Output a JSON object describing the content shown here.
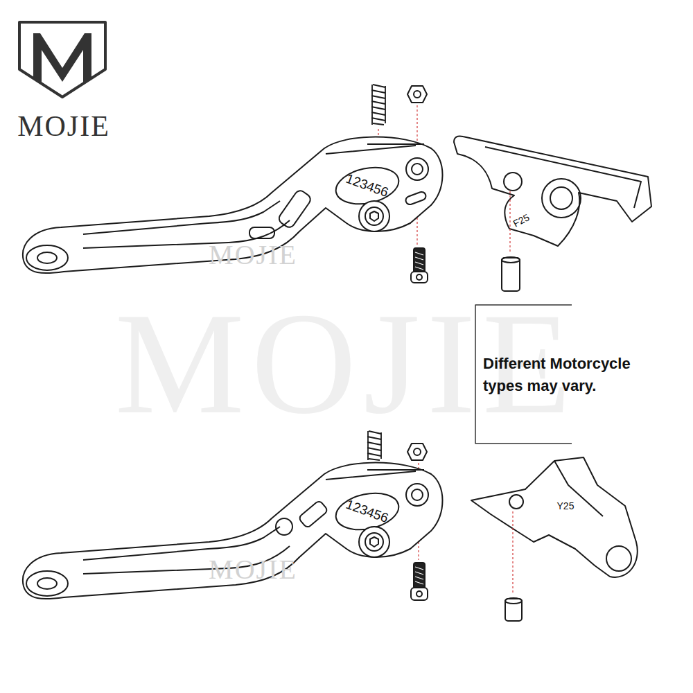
{
  "diagram": {
    "labels": [
      "MOJIE",
      "123456",
      "F25",
      "MOJIE",
      "MOJIE",
      "Different Motorcycle types may vary.",
      "123456",
      "Y25",
      "MOJIE"
    ]
  }
}
